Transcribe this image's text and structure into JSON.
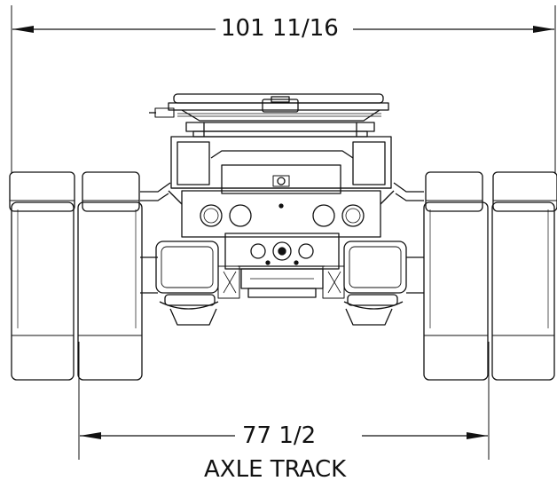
{
  "dimensions": {
    "overall_width": "101 11/16",
    "axle_track": "77 1/2",
    "axle_track_caption": "AXLE TRACK"
  },
  "colors": {
    "line": "#111111",
    "background": "#ffffff"
  }
}
